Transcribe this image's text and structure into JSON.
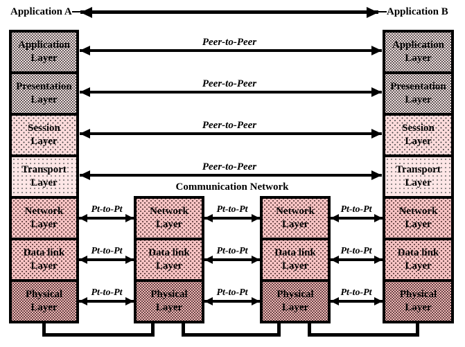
{
  "header": {
    "app_a": "Application A",
    "app_b": "Application B"
  },
  "network_label": "Communication Network",
  "arrows": {
    "peer": "Peer-to-Peer",
    "pt": "Pt-to-Pt"
  },
  "layers": {
    "full": [
      {
        "l1": "Application",
        "l2": "Layer"
      },
      {
        "l1": "Presentation",
        "l2": "Layer"
      },
      {
        "l1": "Session",
        "l2": "Layer"
      },
      {
        "l1": "Transport",
        "l2": "Layer"
      },
      {
        "l1": "Network",
        "l2": "Layer"
      },
      {
        "l1": "Data link",
        "l2": "Layer"
      },
      {
        "l1": "Physical",
        "l2": "Layer"
      }
    ]
  },
  "colors": {
    "upper_layer_fill": "#f3dfdf",
    "session_fill": "#fcdbdb",
    "transport_fill": "#fde6e6",
    "network_fill": "#f8c3c3",
    "physical_fill": "#f5b9b9",
    "line": "#000000"
  }
}
